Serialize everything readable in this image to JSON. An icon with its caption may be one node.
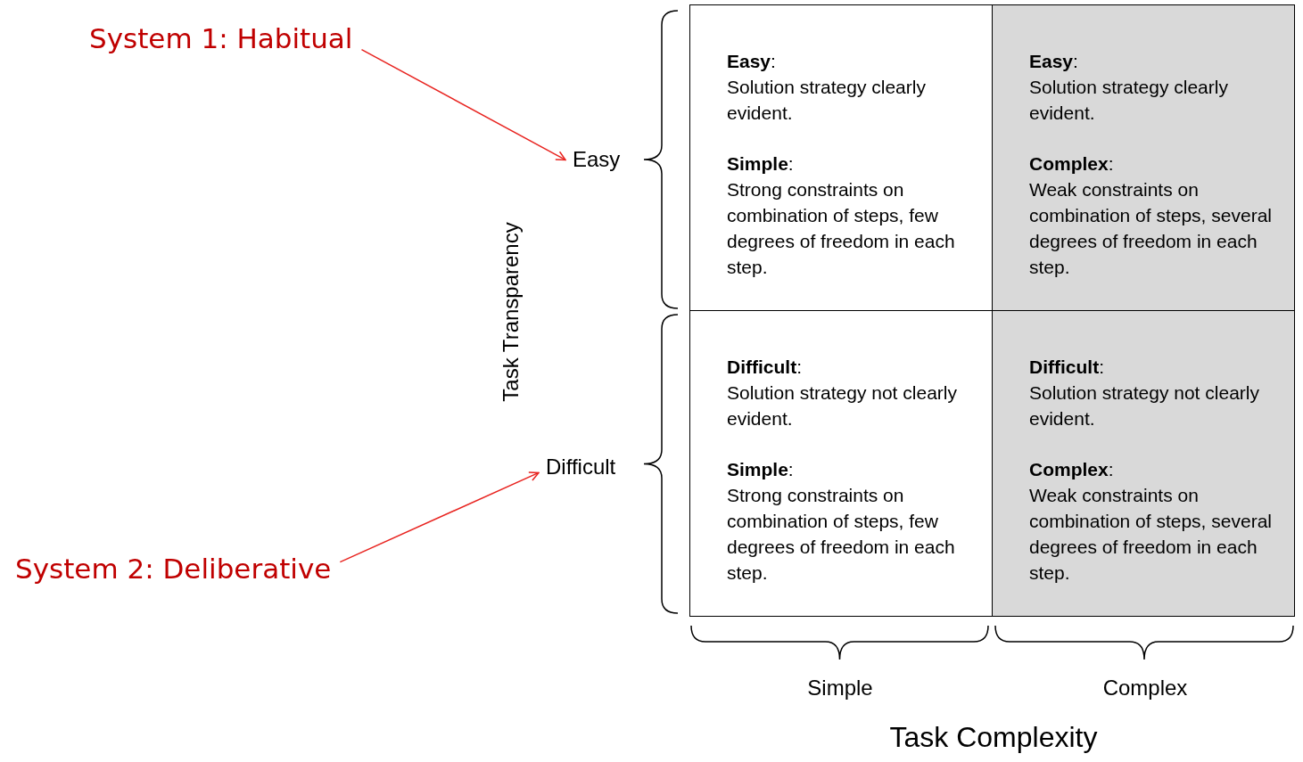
{
  "diagram": {
    "nodes": [
      {
        "text": [
          "System 1: Habitual"
        ]
      },
      {
        "text": [
          "Easy"
        ]
      },
      {
        "text": [
          "System 2: Deliberative"
        ]
      },
      {
        "text": [
          "Difficult"
        ]
      },
      {
        "text": [
          "**Easy**:",
          "Solution strategy clearly evident.",
          "**Simple**:",
          "Strong constraints on combination of steps, few degrees of freedom in each step."
        ]
      },
      {
        "text": [
          "**Easy**:",
          "Solution strategy clearly evident.",
          "**Complex**:",
          "Weak constraints on combination of steps, several degrees of freedom in each step."
        ]
      },
      {
        "text": [
          "**Difficult**:",
          "Solution strategy not clearly evident.",
          "**Simple**:",
          "Strong constraints on combination of steps, few degrees of freedom in each step."
        ]
      },
      {
        "text": [
          "**Difficult**:",
          "Solution strategy not clearly evident.",
          "**Complex**:",
          "Weak constraints on combination of steps, several degrees of freedom in each step."
        ]
      }
    ],
    "edges": [
      {
        "from": 0,
        "to": 1,
        "arrow": "to"
      },
      {
        "from": 2,
        "to": 3,
        "arrow": "to"
      }
    ],
    "labels": [
      "Task Transparency",
      "Simple",
      "Complex",
      "Task Complexity"
    ]
  }
}
